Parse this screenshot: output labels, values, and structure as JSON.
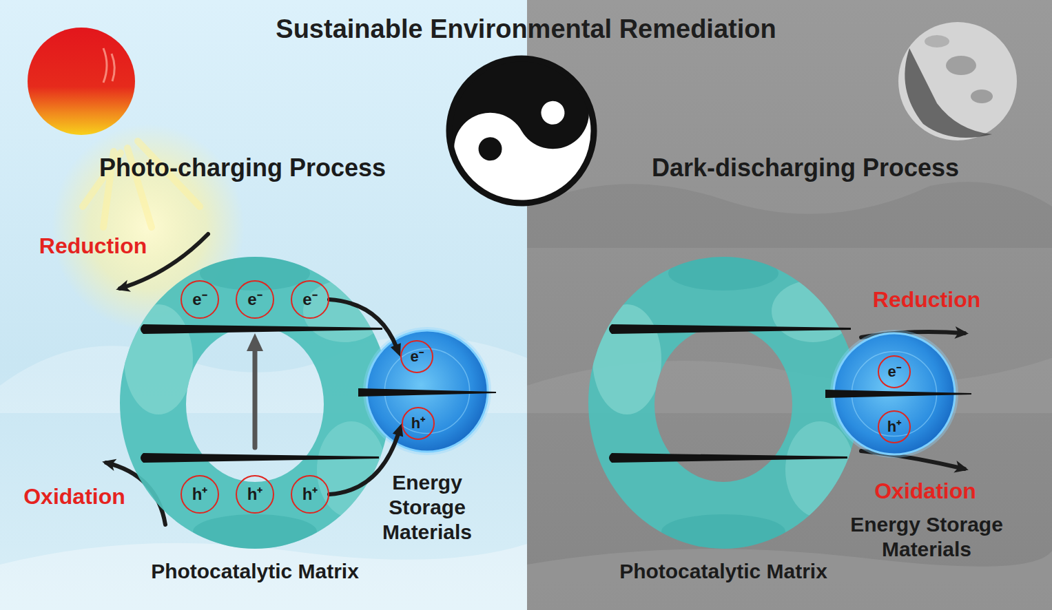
{
  "diagram": {
    "title": "Sustainable Environmental Remediation",
    "nodes": [
      {
        "text": [
          "Photocatalytic Matrix"
        ]
      },
      {
        "text": [
          "e⁻"
        ],
        "in": 0
      },
      {
        "text": [
          "e⁻"
        ],
        "in": 0
      },
      {
        "text": [
          "e⁻"
        ],
        "in": 0
      },
      {
        "text": [
          "h⁺"
        ],
        "in": 0
      },
      {
        "text": [
          "h⁺"
        ],
        "in": 0
      },
      {
        "text": [
          "h⁺"
        ],
        "in": 0
      },
      {
        "text": [
          "Energy Storage Materials"
        ]
      },
      {
        "text": [
          "e⁻"
        ],
        "in": 7
      },
      {
        "text": [
          "h⁺"
        ],
        "in": 7
      },
      {
        "text": [
          "Photocatalytic Matrix"
        ]
      },
      {
        "text": [
          "Energy Storage Materials"
        ]
      },
      {
        "text": [
          "e⁻"
        ],
        "in": 11
      },
      {
        "text": [
          "h⁺"
        ],
        "in": 11
      }
    ],
    "edges": [
      {
        "from": 3,
        "to": 8,
        "arrow": "to"
      },
      {
        "from": 6,
        "to": 9,
        "arrow": "to"
      }
    ],
    "labels": [
      "Photo-charging Process",
      "Dark-discharging Process",
      "Reduction",
      "Oxidation",
      "Reduction",
      "Oxidation"
    ]
  }
}
